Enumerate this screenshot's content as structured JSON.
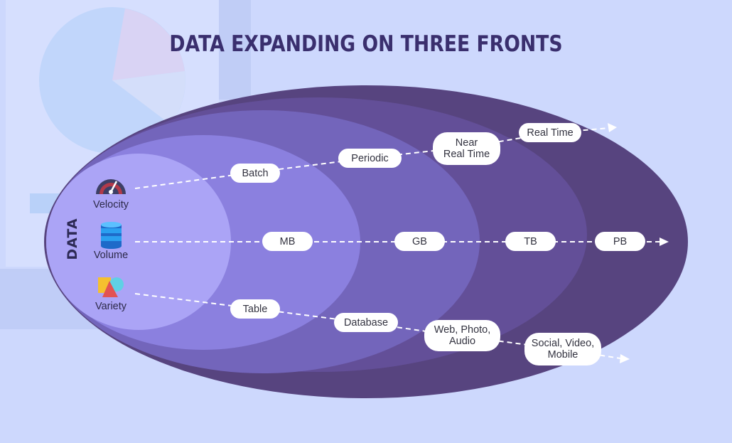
{
  "title": "DATA EXPANDING ON THREE FRONTS",
  "center_label": "DATA",
  "colors": {
    "background": "#cdd8fd",
    "ring_outer": "#57447f",
    "ring_3": "#634f98",
    "ring_2": "#7365bb",
    "ring_1": "#8b80df",
    "ring_inner": "#aba4f6",
    "title": "#3a2f6e"
  },
  "categories": [
    {
      "label": "Velocity",
      "icon": "speedometer-icon",
      "stages": [
        "Batch",
        "Periodic",
        "Near\nReal Time",
        "Real Time"
      ]
    },
    {
      "label": "Volume",
      "icon": "database-icon",
      "stages": [
        "MB",
        "GB",
        "TB",
        "PB"
      ]
    },
    {
      "label": "Variety",
      "icon": "shapes-icon",
      "stages": [
        "Table",
        "Database",
        "Web, Photo,\nAudio",
        "Social, Video,\nMobile"
      ]
    }
  ]
}
